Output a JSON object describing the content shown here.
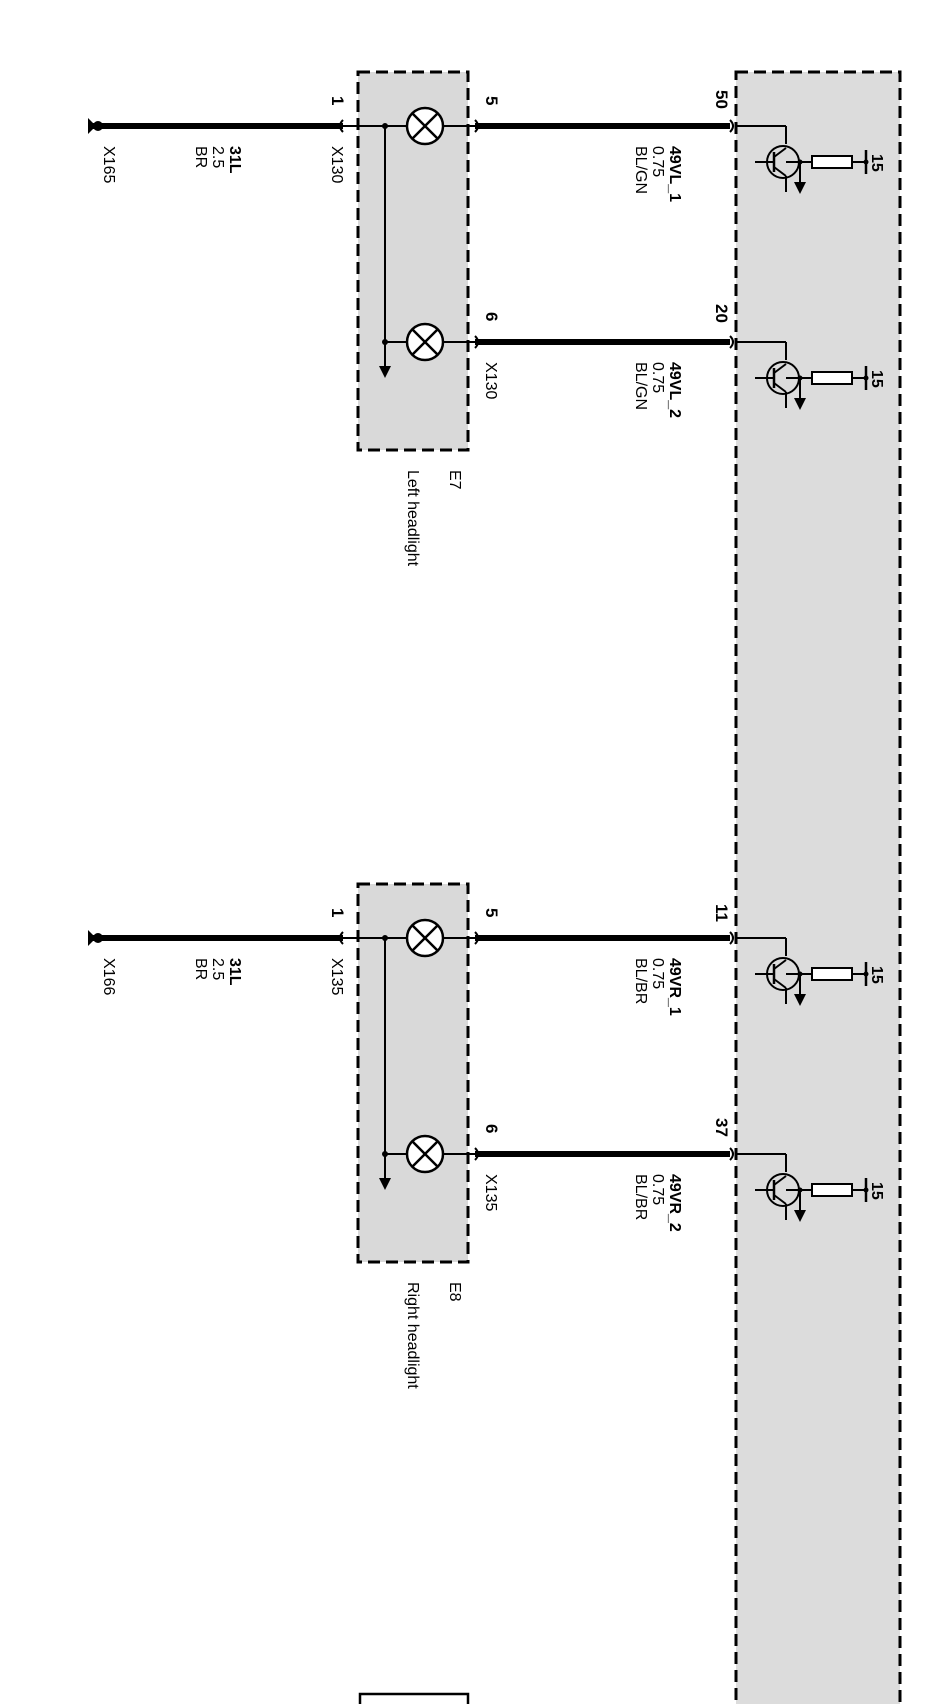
{
  "theme": {
    "wire": "#000000",
    "component_fill": "#d9d9d9",
    "module_fill": "#dcdcdc"
  },
  "control_module": {
    "supply_label": "15",
    "pins": [
      {
        "pin": "50",
        "wire": "49VL_1",
        "size": "0.75",
        "color": "BL/GN"
      },
      {
        "pin": "20",
        "wire": "49VL_2",
        "size": "0.75",
        "color": "BL/GN"
      },
      {
        "pin": "11",
        "wire": "49VR_1",
        "size": "0.75",
        "color": "BL/BR"
      },
      {
        "pin": "37",
        "wire": "49VR_2",
        "size": "0.75",
        "color": "BL/BR"
      }
    ]
  },
  "left_headlight": {
    "id": "E7",
    "name": "Left headlight",
    "pin_in_1": "5",
    "pin_in_2": "6",
    "pin_gnd": "1",
    "connector_top": "X130",
    "connector_mid": "X130",
    "ground_wire": {
      "wire": "31L",
      "size": "2.5",
      "color": "BR",
      "ground_point": "X165"
    }
  },
  "right_headlight": {
    "id": "E8",
    "name": "Right headlight",
    "pin_in_1": "5",
    "pin_in_2": "6",
    "pin_gnd": "1",
    "connector_top": "X135",
    "connector_mid": "X135",
    "ground_wire": {
      "wire": "31L",
      "size": "2.5",
      "color": "BR",
      "ground_point": "X166"
    }
  }
}
